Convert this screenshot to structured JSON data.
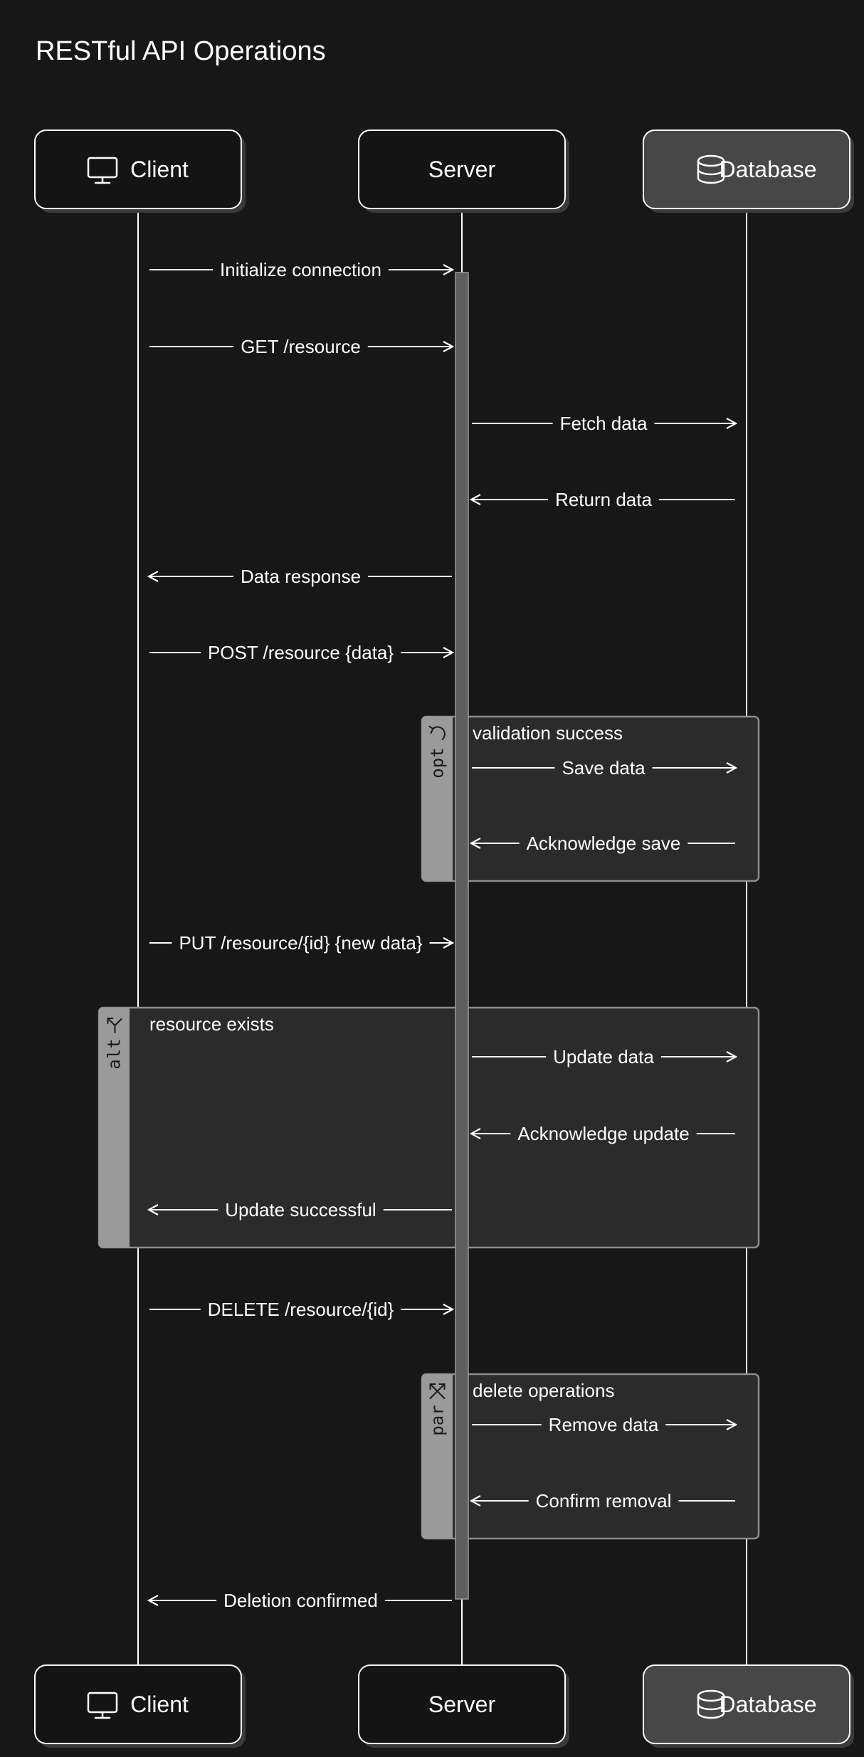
{
  "title": "RESTful API Operations",
  "actors": [
    {
      "id": "client",
      "label": "Client",
      "icon": "monitor-icon",
      "style": "dark"
    },
    {
      "id": "server",
      "label": "Server",
      "icon": "",
      "style": "dark"
    },
    {
      "id": "database",
      "label": "Database",
      "icon": "database-icon",
      "style": "grey"
    }
  ],
  "messages": [
    {
      "from": "client",
      "to": "server",
      "label": "Initialize connection"
    },
    {
      "from": "client",
      "to": "server",
      "label": "GET /resource"
    },
    {
      "from": "server",
      "to": "database",
      "label": "Fetch data"
    },
    {
      "from": "database",
      "to": "server",
      "label": "Return data"
    },
    {
      "from": "server",
      "to": "client",
      "label": "Data response"
    },
    {
      "from": "client",
      "to": "server",
      "label": "POST /resource {data}"
    },
    {
      "from": "server",
      "to": "database",
      "label": "Save data"
    },
    {
      "from": "database",
      "to": "server",
      "label": "Acknowledge save"
    },
    {
      "from": "client",
      "to": "server",
      "label": "PUT /resource/{id} {new data}"
    },
    {
      "from": "server",
      "to": "database",
      "label": "Update data"
    },
    {
      "from": "database",
      "to": "server",
      "label": "Acknowledge update"
    },
    {
      "from": "server",
      "to": "client",
      "label": "Update successful"
    },
    {
      "from": "client",
      "to": "server",
      "label": "DELETE /resource/{id}"
    },
    {
      "from": "server",
      "to": "database",
      "label": "Remove data"
    },
    {
      "from": "database",
      "to": "server",
      "label": "Confirm removal"
    },
    {
      "from": "server",
      "to": "client",
      "label": "Deletion confirmed"
    }
  ],
  "fragments": [
    {
      "kind": "opt",
      "icon": "loop-arrow-icon",
      "label": "validation success",
      "first_message": 6,
      "last_message": 7,
      "from": "server",
      "to": "database"
    },
    {
      "kind": "alt",
      "icon": "branch-icon",
      "label": "resource exists",
      "first_message": 9,
      "last_message": 11,
      "from": "client",
      "to": "database"
    },
    {
      "kind": "par",
      "icon": "parallel-arrows-icon",
      "label": "delete operations",
      "first_message": 13,
      "last_message": 14,
      "from": "server",
      "to": "database"
    }
  ],
  "colors": {
    "background": "#171717",
    "line": "#ffffff",
    "fragment_border": "#8c8c8c",
    "fragment_tab": "#9a9a9a",
    "fragment_fill": "#2b2b2b",
    "grey_actor": "#474747",
    "activation": "#5e5e5e"
  }
}
